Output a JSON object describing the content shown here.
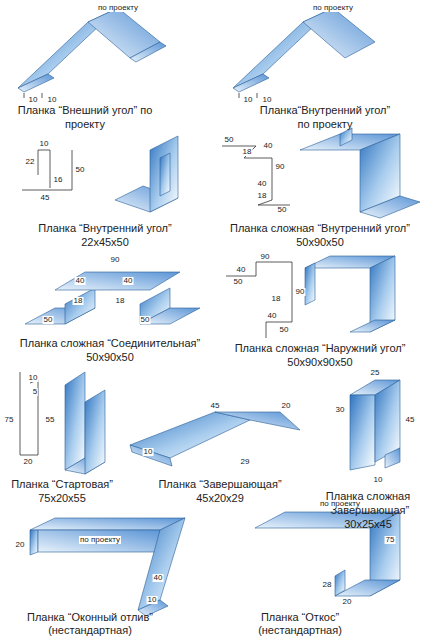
{
  "diagram": {
    "labels": [
      "по проекту",
      "10",
      "10",
      "Планка “Внешний угол” по проекту",
      "по проекту",
      "10",
      "10",
      "Планка“Внутренний угол” по проекту",
      "22",
      "10",
      "50",
      "16",
      "45",
      "Планка “Внутренний угол” 22х45х50",
      "50",
      "18",
      "40",
      "90",
      "40",
      "18",
      "50",
      "Планка сложная “Внутренний угол” 50х90х50",
      "90",
      "40",
      "40",
      "18",
      "18",
      "50",
      "50",
      "Планка сложная “Соединительная” 50х90х50",
      "90",
      "40",
      "50",
      "18",
      "90",
      "40",
      "50",
      "Планка сложная “Наружний угол” 50х90х90х50",
      "10",
      "5",
      "75",
      "55",
      "20",
      "Планка “Стартовая” 75х20х55",
      "45",
      "20",
      "10",
      "29",
      "Планка “Завершающая” 45х20х29",
      "25",
      "30",
      "45",
      "10",
      "Планка сложная “Завершающая” 30х25х45",
      "20",
      "по проекту",
      "40",
      "10",
      "Планка “Оконный отлив” (нестандартная)",
      "по проекту",
      "75",
      "28",
      "20",
      "Планка “Откос” (нестандартная)"
    ]
  }
}
